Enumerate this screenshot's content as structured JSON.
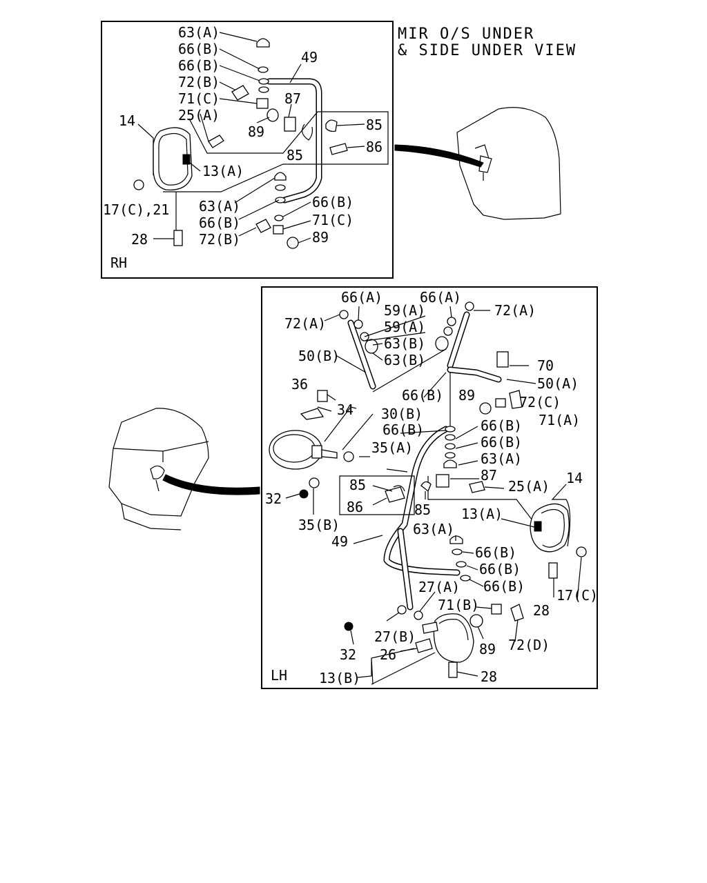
{
  "title": {
    "line1": "MIR O/S UNDER",
    "line2": "& SIDE UNDER VIEW"
  },
  "rh_panel": {
    "tag": "RH",
    "labels": {
      "p63a_top": "63(A)",
      "p66b_1": "66(B)",
      "p66b_2": "66(B)",
      "p72b_top": "72(B)",
      "p71c_top": "71(C)",
      "p25a": "25(A)",
      "p14": "14",
      "p49": "49",
      "p87": "87",
      "p89_top": "89",
      "p85_right": "85",
      "p86": "86",
      "p85_left": "85",
      "p13a": "13(A)",
      "p17c21": "17(C),21",
      "p63a_low": "63(A)",
      "p66b_low_left": "66(B)",
      "p66b_low_right": "66(B)",
      "p71c_low": "71(C)",
      "p72b_low": "72(B)",
      "p89_low": "89",
      "p28": "28"
    }
  },
  "lh_panel": {
    "tag": "LH",
    "labels": {
      "p66a_left": "66(A)",
      "p66a_right": "66(A)",
      "p72a_left": "72(A)",
      "p72a_right": "72(A)",
      "p59a_1": "59(A)",
      "p59a_2": "59(A)",
      "p63b_1": "63(B)",
      "p63b_2": "63(B)",
      "p50b": "50(B)",
      "p70": "70",
      "p50a": "50(A)",
      "p36": "36",
      "p66b_mid": "66(B)",
      "p89_mid": "89",
      "p72c": "72(C)",
      "p71a": "71(A)",
      "p34": "34",
      "p30b": "30(B)",
      "p66b_a": "66(B)",
      "p66b_b": "66(B)",
      "p66b_c": "66(B)",
      "p35a": "35(A)",
      "p63a_mid": "63(A)",
      "p87": "87",
      "p25a": "25(A)",
      "p14": "14",
      "p85_left": "85",
      "p86": "86",
      "p85_right": "85",
      "p32_mid": "32",
      "p13a": "13(A)",
      "p35b": "35(B)",
      "p49": "49",
      "p63a_low": "63(A)",
      "p66b_low1": "66(B)",
      "p66b_low2": "66(B)",
      "p66b_low3": "66(B)",
      "p28_right": "28",
      "p17c": "17(C)",
      "p27a": "27(A)",
      "p71b": "71(B)",
      "p27b": "27(B)",
      "p89_low": "89",
      "p72d": "72(D)",
      "p32_low": "32",
      "p26": "26",
      "p28_low": "28",
      "p13b": "13(B)"
    }
  }
}
